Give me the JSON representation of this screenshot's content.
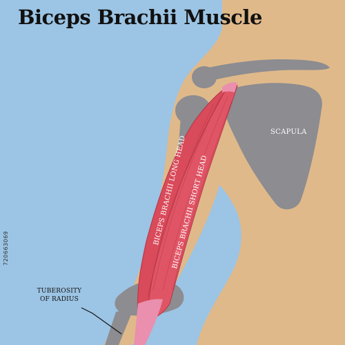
{
  "title": "Biceps Brachii Muscle",
  "labels": {
    "scapula": "SCAPULA",
    "long_head": "BICEPS BRACHII LONG HEAD",
    "short_head": "BICEPS BRACHII SHORT HEAD",
    "tuberosity_line1": "TUBEROSITY",
    "tuberosity_line2": "OF RADIUS"
  },
  "watermark": "720663069",
  "colors": {
    "background": "#9cc4e4",
    "skin": "#e0b98a",
    "bone": "#8c8c91",
    "muscle": "#d94a5a",
    "tendon": "#ea8fae"
  }
}
